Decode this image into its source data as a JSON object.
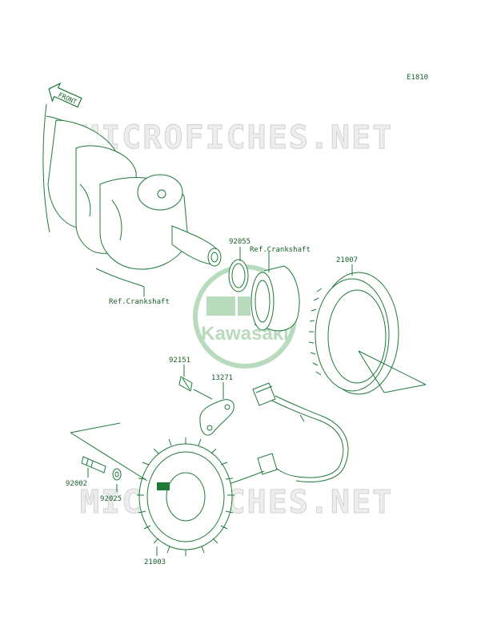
{
  "diagram": {
    "ref_code": "E1810",
    "front_arrow_text": "FRONT",
    "watermark_text": "MICROFICHES.NET",
    "brand_text": "Kawasaki",
    "colors": {
      "ink": "#1f7a3a",
      "label": "#155e2a",
      "watermark": "#d9d9d9",
      "brand": "#7fbf8a"
    },
    "labels": {
      "p92055": "92055",
      "ref_crankshaft_top": "Ref.Crankshaft",
      "p21007": "21007",
      "ref_crankshaft_bottom": "Ref.Crankshaft",
      "p92151": "92151",
      "p13271": "13271",
      "p92002": "92002",
      "p92025": "92025",
      "p21003": "21003"
    }
  }
}
